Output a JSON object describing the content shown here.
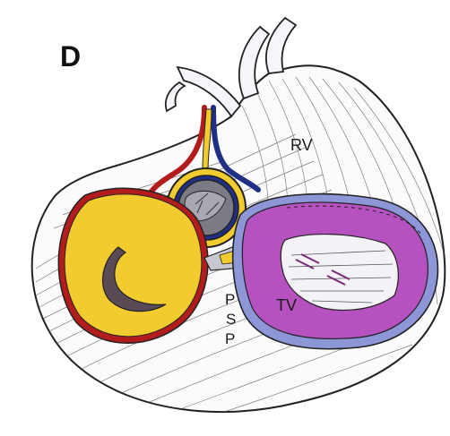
{
  "panel_letter": "D",
  "labels": {
    "rv": "RV",
    "tv": "TV",
    "psp_p1": "P",
    "psp_s": "S",
    "psp_p2": "P"
  },
  "colors": {
    "left_ventricle": "#f2cc2e",
    "tricuspid_region": "#b651c0",
    "aorta_red": "#b31c1c",
    "pulmonary_blue": "#1f2f85",
    "septum_border": "#8d97d8",
    "outline": "#222222"
  }
}
